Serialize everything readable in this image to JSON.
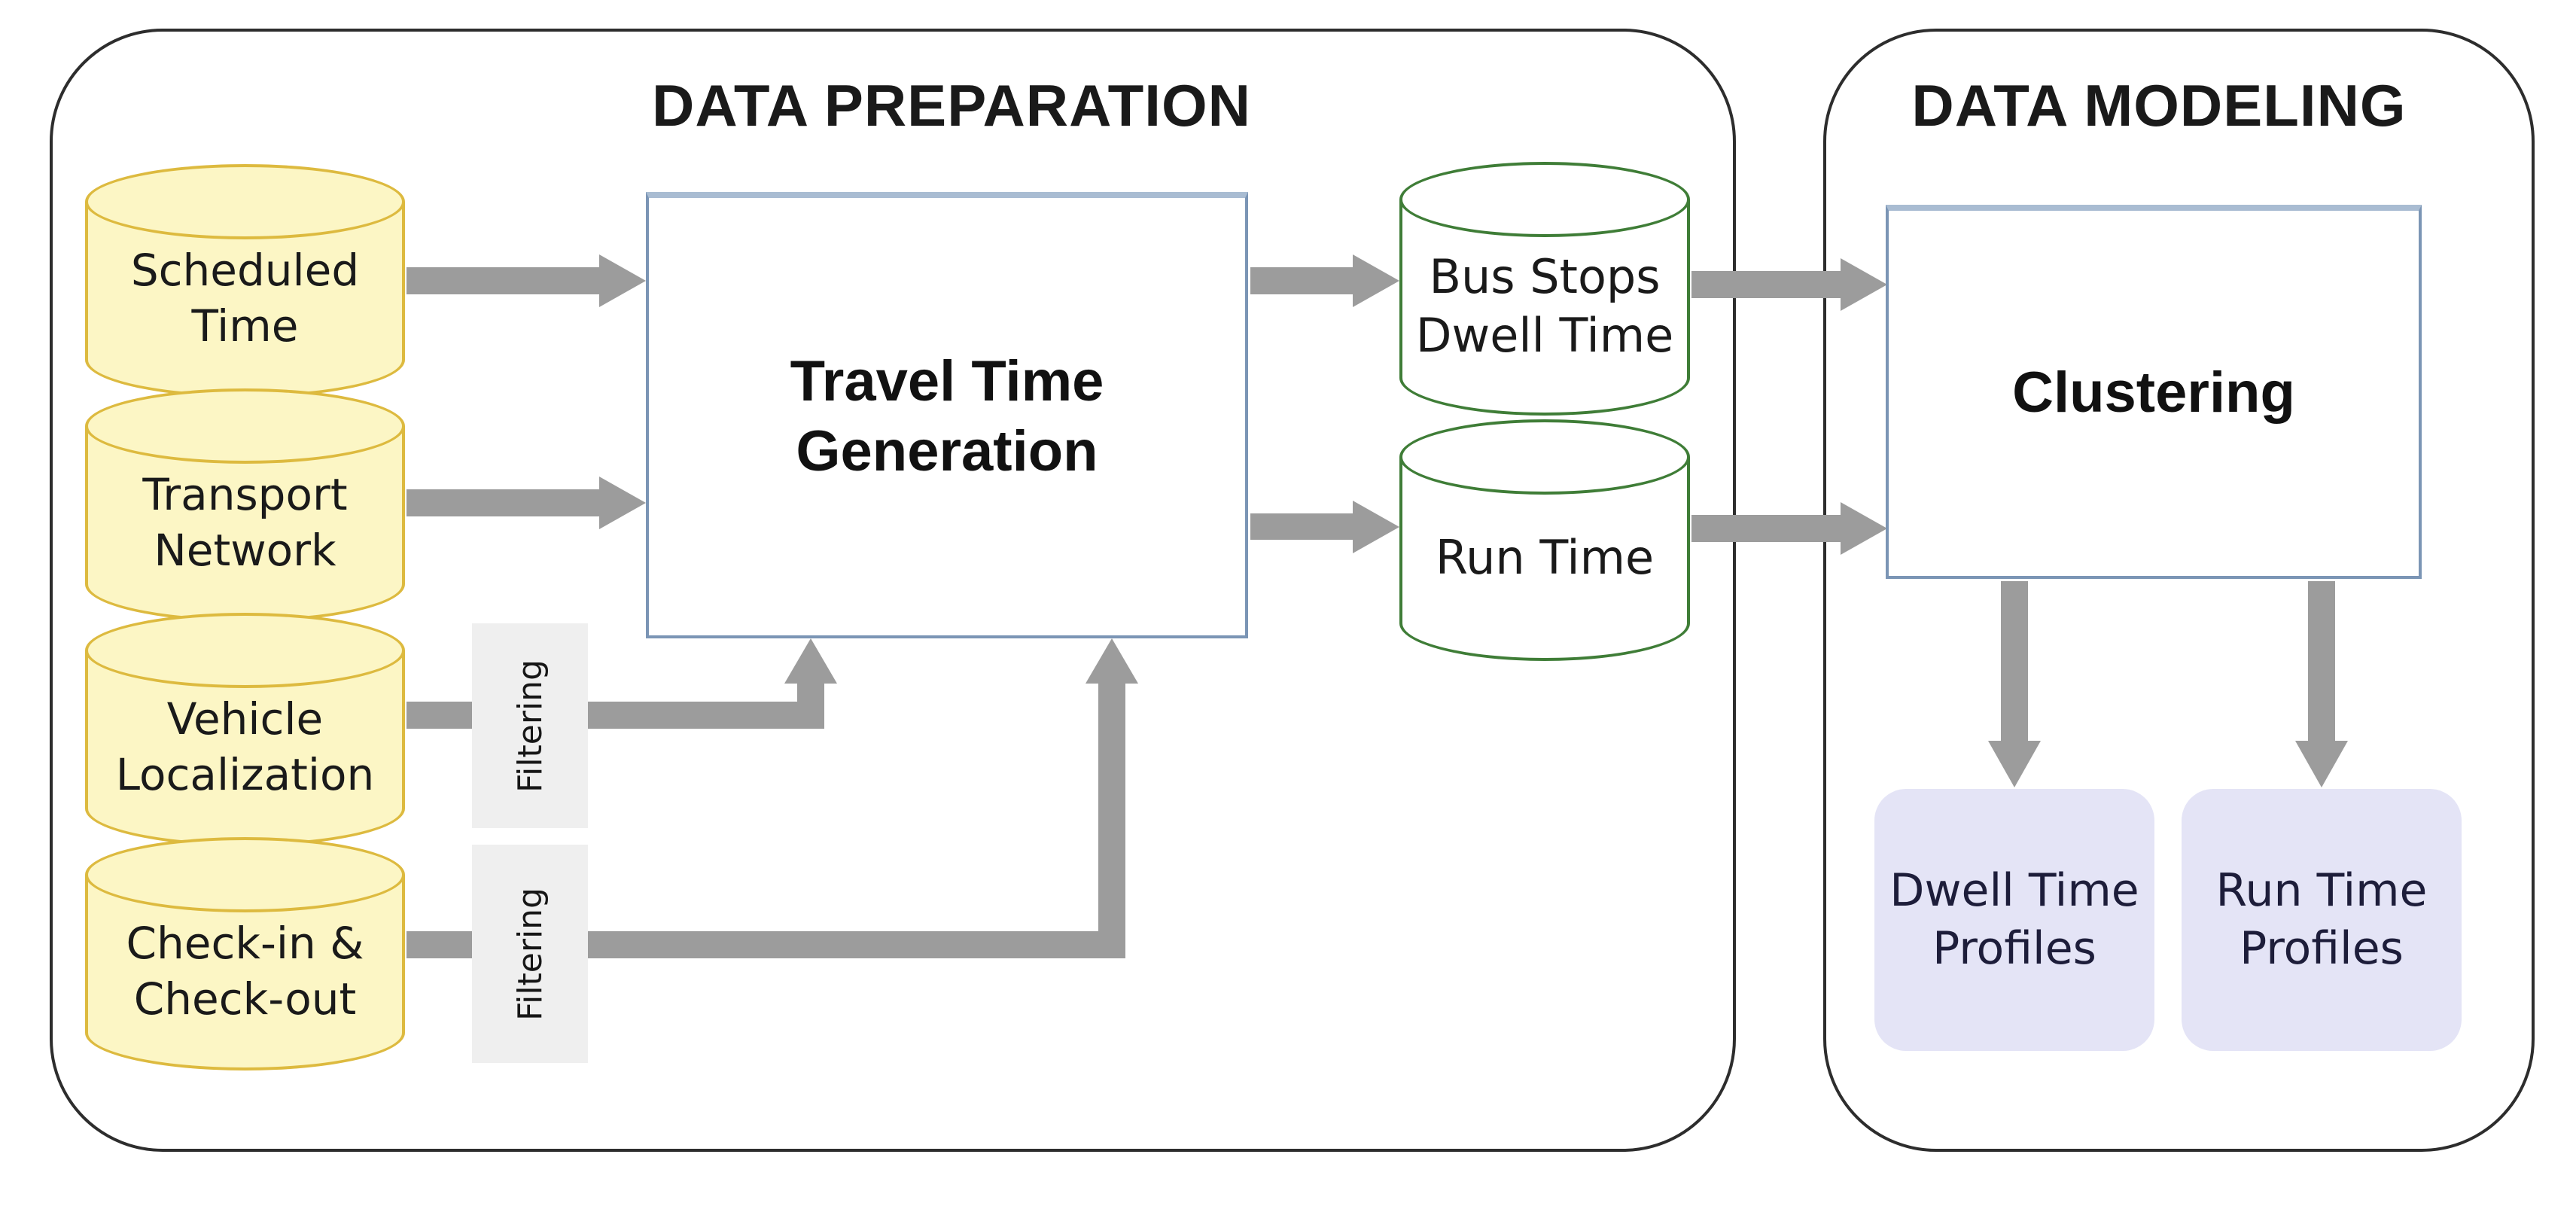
{
  "diagram": {
    "colors": {
      "container_border": "#2d2d2d",
      "title_color": "#1a1a1a",
      "label_color": "#1a1a1a",
      "arrow": "#9c9c9c",
      "source_fill": "#fcf6c5",
      "source_border": "#ddba3f",
      "output_fill": "#ffffff",
      "output_border": "#3f7d37",
      "process_border": "#7b95b5",
      "process_border_top": "#a9bcd2",
      "process_label_color": "#111111",
      "filter_fill": "#efefef",
      "result_fill": "#e4e4f6",
      "result_label_color": "#1d1d3a"
    },
    "sections": [
      {
        "title": "DATA PREPARATION"
      },
      {
        "title": "DATA MODELING"
      }
    ],
    "sources": [
      {
        "label": "Scheduled\nTime"
      },
      {
        "label": "Transport\nNetwork"
      },
      {
        "label": "Vehicle\nLocalization"
      },
      {
        "label": "Check-in &\nCheck-out"
      }
    ],
    "filters": [
      {
        "label": "Filtering"
      },
      {
        "label": "Filtering"
      }
    ],
    "process": {
      "label": "Travel Time\nGeneration"
    },
    "outputs": [
      {
        "label": "Bus Stops\nDwell Time"
      },
      {
        "label": "Run Time"
      }
    ],
    "modeling": {
      "process": {
        "label": "Clustering"
      },
      "results": [
        {
          "label": "Dwell Time\nProfiles"
        },
        {
          "label": "Run Time\nProfiles"
        }
      ]
    }
  }
}
